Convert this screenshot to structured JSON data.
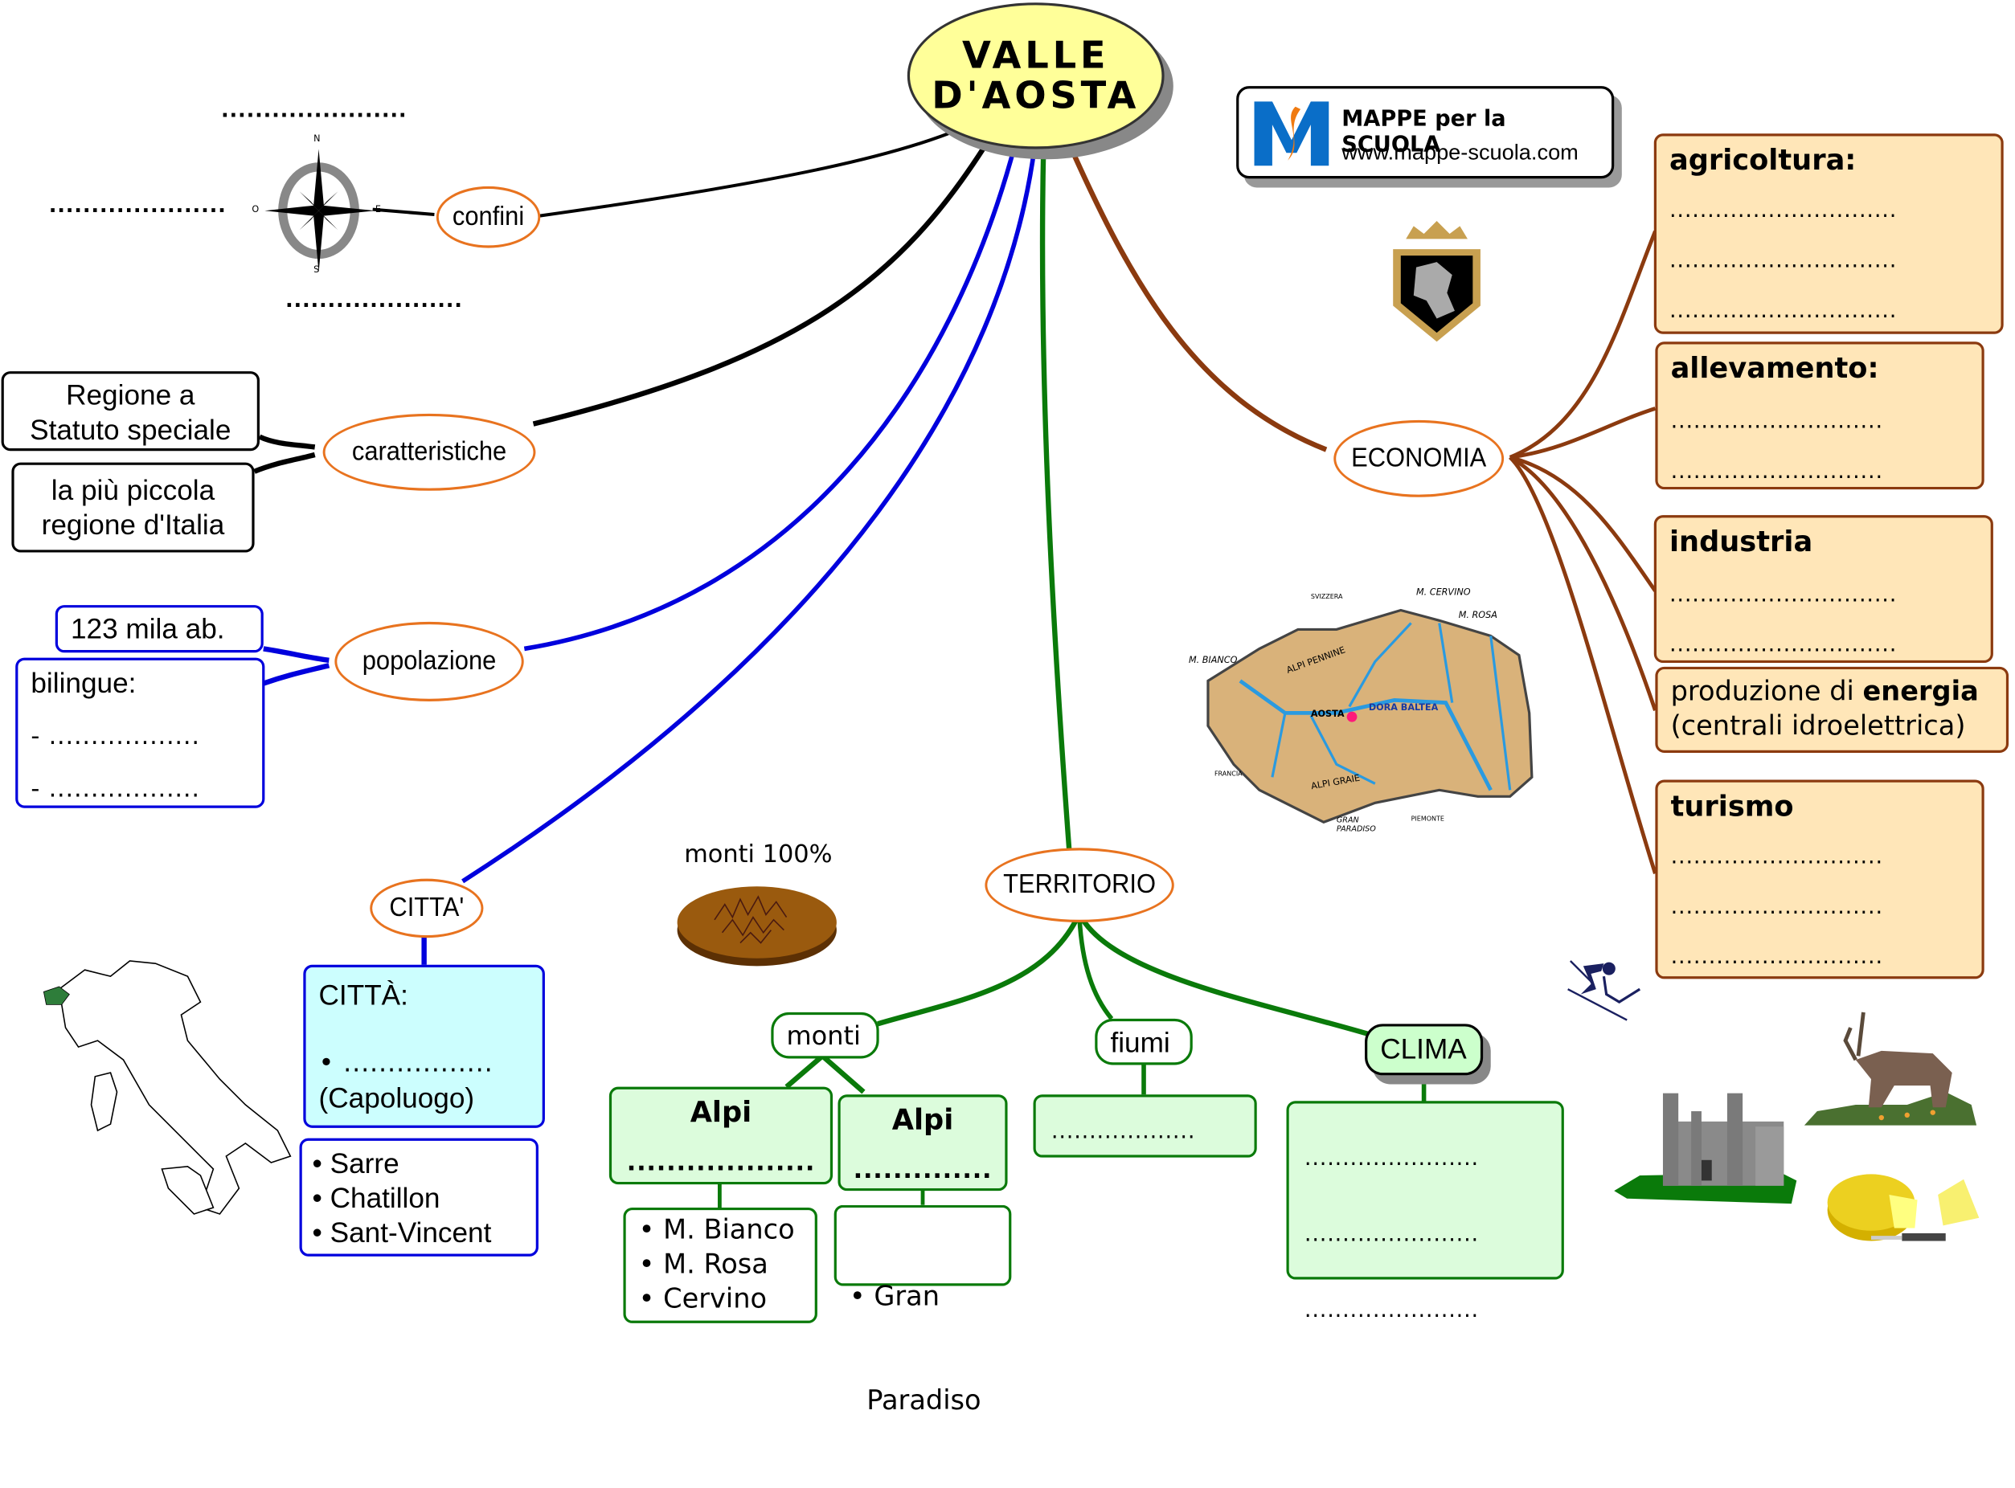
{
  "title": {
    "line1": "VALLE",
    "line2": "D'AOSTA"
  },
  "logo": {
    "name": "MAPPE per la SCUOLA",
    "url": "www.mappe-scuola.com"
  },
  "colors": {
    "title_fill": "#ffff99",
    "node_border": "#e8731f",
    "black_branch": "#000000",
    "blue_branch": "#0000dd",
    "green_branch": "#0a7a0a",
    "brown_branch": "#8b3a0f",
    "economia_box": "#ffe6b8",
    "territorio_box": "#dcfcdc",
    "citta_box": "#ccfefe"
  },
  "confini": {
    "label": "confini",
    "north_blank": "......................",
    "west_blank": ".....................",
    "south_blank": ".....................",
    "compass": {
      "n": "N",
      "s": "S",
      "e": "E",
      "o": "O"
    }
  },
  "caratteristiche": {
    "label": "caratteristiche",
    "items": [
      "Regione a\nStatuto speciale",
      "la più piccola\nregione d'Italia"
    ],
    "item1_line1": "Regione a",
    "item1_line2": "Statuto speciale",
    "item2_line1": "la più piccola",
    "item2_line2": "regione d'Italia"
  },
  "popolazione": {
    "label": "popolazione",
    "abitanti": "123 mila ab.",
    "bilingue_label": "bilingue:",
    "bilingue_blank1": "- ..................",
    "bilingue_blank2": "- .................."
  },
  "citta": {
    "label": "CITTA'",
    "box_title": "CITTÀ:",
    "capoluogo_blank": "• .................",
    "capoluogo_note": "(Capoluogo)",
    "others": [
      "• Sarre",
      "• Chatillon",
      "• Sant-Vincent"
    ]
  },
  "territorio": {
    "label": "TERRITORIO",
    "monti_pie_label": "monti 100%",
    "monti": {
      "label": "monti",
      "alpi1": {
        "title": "Alpi",
        "blank": "...................",
        "items": [
          "• M. Bianco",
          "• M. Rosa",
          "• Cervino"
        ]
      },
      "alpi2": {
        "title": "Alpi",
        "blank": "..............",
        "items": [
          "• Gran",
          "  Paradiso"
        ]
      }
    },
    "fiumi": {
      "label": "fiumi",
      "blank": "..................."
    },
    "clima": {
      "label": "CLIMA",
      "blanks": [
        ".......................",
        ".......................",
        "......................."
      ]
    }
  },
  "map_labels": {
    "svizzera": "SVIZZERA",
    "cervino": "M. CERVINO",
    "rosa": "M. ROSA",
    "bianco": "M. BIANCO",
    "pennine": "ALPI PENNINE",
    "aosta": "AOSTA",
    "dora": "DORA BALTEA",
    "francia": "FRANCIA",
    "graie": "ALPI GRAIE",
    "gran_paradiso": "GRAN PARADISO",
    "piemonte": "PIEMONTE"
  },
  "economia": {
    "label": "ECONOMIA",
    "agricoltura": {
      "title": "agricoltura:",
      "blanks": [
        "..............................",
        "..............................",
        ".............................."
      ]
    },
    "allevamento": {
      "title": "allevamento:",
      "blanks": [
        "............................",
        "............................"
      ]
    },
    "industria": {
      "title": "industria",
      "blanks": [
        "..............................",
        ".............................."
      ]
    },
    "energia": {
      "prefix": "produzione di ",
      "bold": "energia",
      "line2": "(centrali idroelettrica)"
    },
    "turismo": {
      "title": "turismo",
      "blanks": [
        "............................",
        "............................",
        "............................"
      ]
    }
  }
}
